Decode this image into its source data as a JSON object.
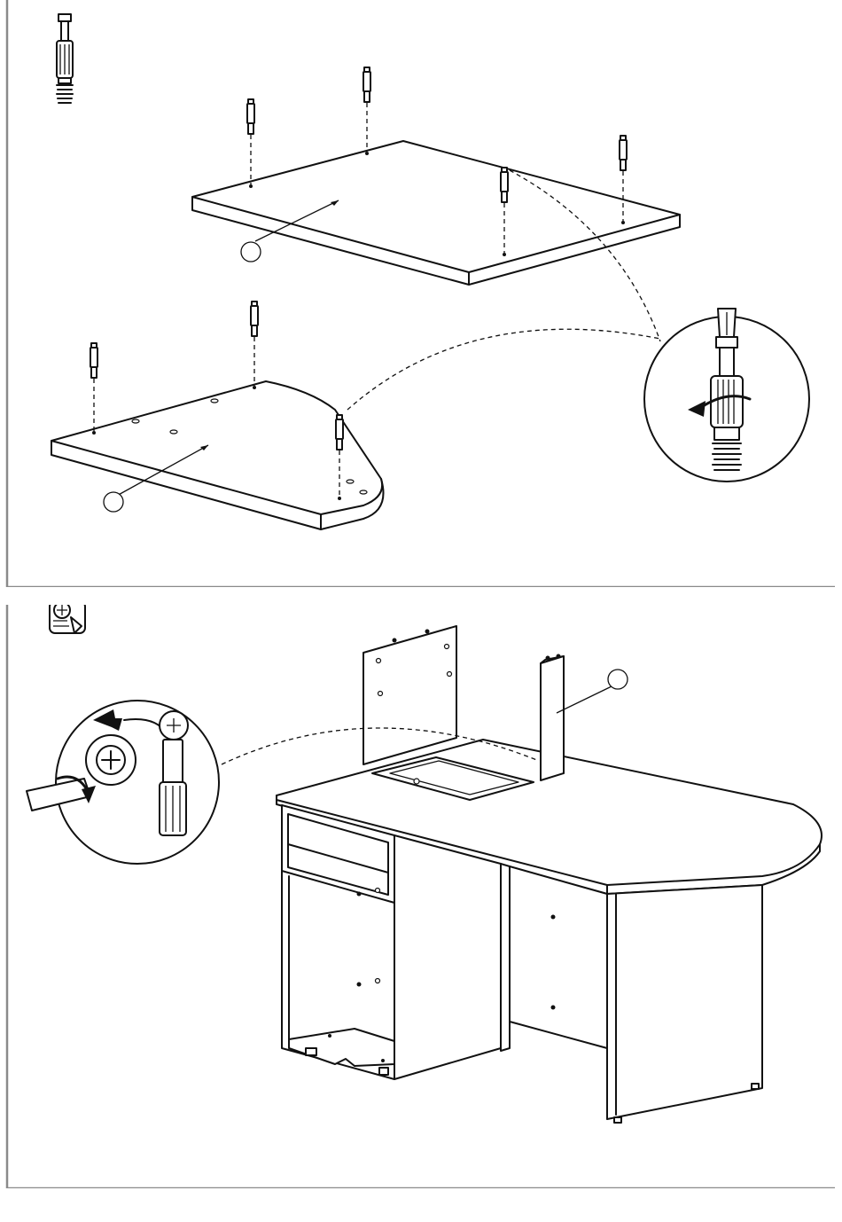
{
  "page": {
    "type": "assembly-instructions",
    "steps": [
      {
        "id": "step-insert-cam-bolts",
        "hardware_icon": "cam-bolt-icon",
        "parts": [
          "tabletop-board-panel",
          "corner-shelf-panel"
        ],
        "detail": "screwdriver-tightening-bolt-detail",
        "callout_labels": [
          "",
          ""
        ]
      },
      {
        "id": "step-lock-cam-fittings",
        "hardware_icon": "cam-lock-icon",
        "parts": [
          "desk-assembly",
          "side-post-panel"
        ],
        "detail": "screwdriver-turning-cam-lock-detail",
        "callout_labels": [
          ""
        ]
      }
    ],
    "colors": {
      "line": "#111111",
      "frame": "#8a8a8a",
      "background": "#ffffff"
    }
  }
}
